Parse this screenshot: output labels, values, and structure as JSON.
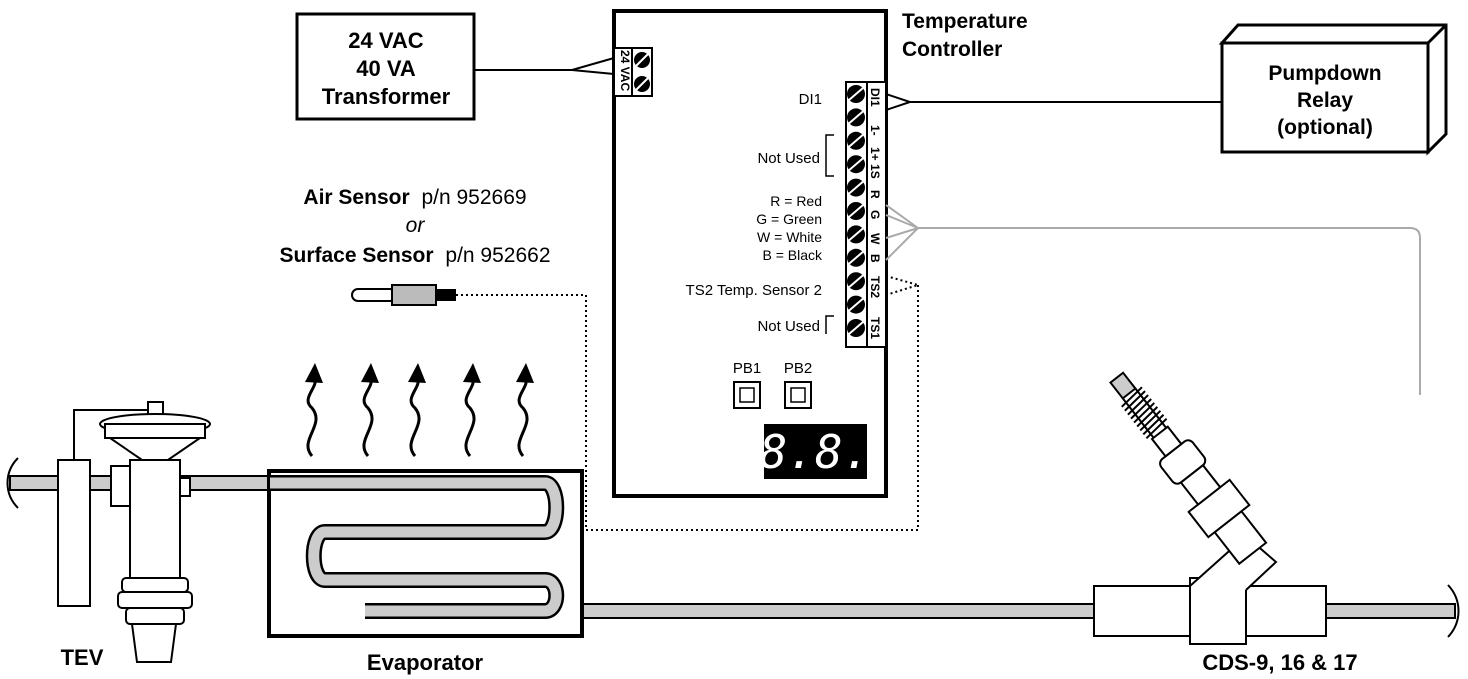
{
  "transformer": {
    "line1": "24 VAC",
    "line2": "40 VA",
    "line3": "Transformer"
  },
  "controller": {
    "title_line1": "Temperature",
    "title_line2": "Controller",
    "power_terminal": "24 VAC",
    "terminals": [
      "DI1",
      "1-",
      "1+ 1S",
      "R",
      "G",
      "W",
      "B",
      "TS2",
      "TS1"
    ],
    "labels": {
      "di1": "DI1",
      "not_used_1": "Not Used",
      "red": "R = Red",
      "green": "G = Green",
      "white": "W = White",
      "black": "B = Black",
      "ts2": "TS2 Temp. Sensor 2",
      "not_used_2": "Not Used"
    },
    "buttons": [
      "PB1",
      "PB2"
    ],
    "display": "8.8."
  },
  "relay": {
    "line1": "Pumpdown",
    "line2": "Relay",
    "line3": "(optional)"
  },
  "sensor": {
    "air_name": "Air Sensor",
    "air_pn": "p/n 952669",
    "or": "or",
    "surface_name": "Surface Sensor",
    "surface_pn": "p/n 952662"
  },
  "components": {
    "tev": "TEV",
    "evaporator": "Evaporator",
    "cds": "CDS-9, 16 & 17"
  }
}
